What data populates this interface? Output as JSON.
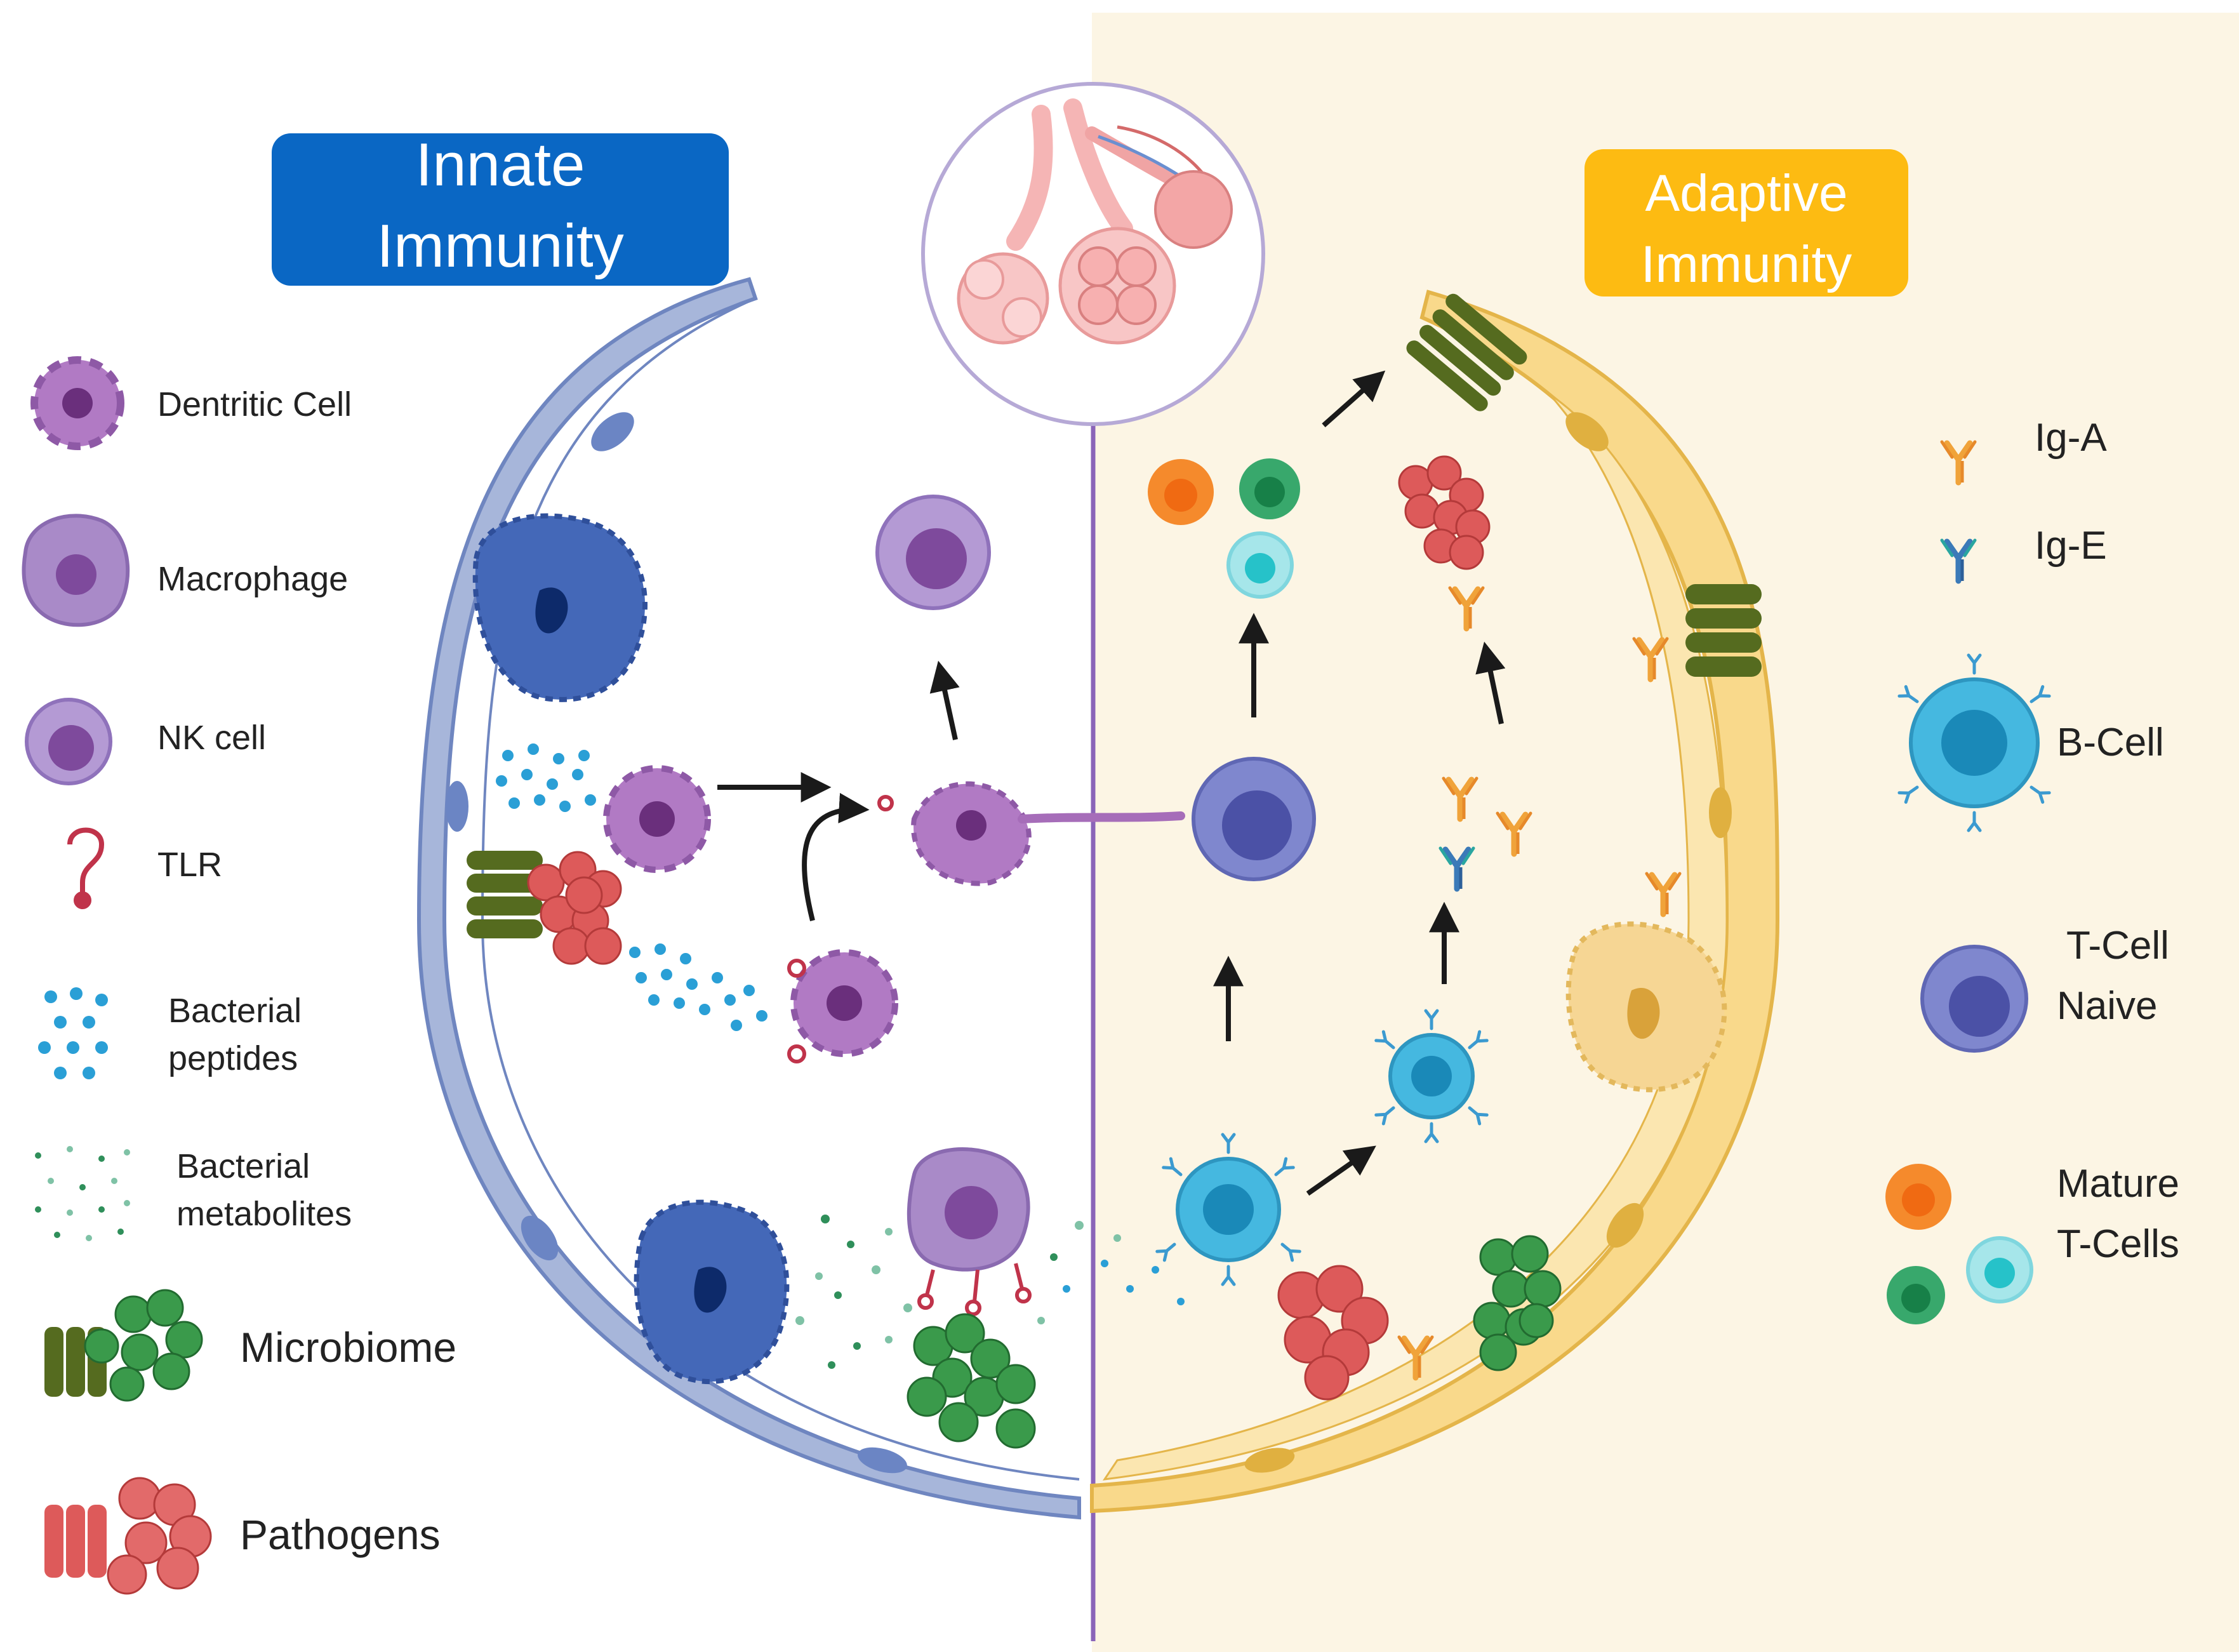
{
  "titles": {
    "innate_line1": "Innate",
    "innate_line2": "Immunity",
    "adaptive_line1": "Adaptive",
    "adaptive_line2": "Immunity"
  },
  "legend_left": {
    "dendritic": "Dentritic Cell",
    "macrophage": "Macrophage",
    "nk": "NK cell",
    "tlr": "TLR",
    "peptides_line1": "Bacterial",
    "peptides_line2": "peptides",
    "metabolites_line1": "Bacterial",
    "metabolites_line2": "metabolites",
    "microbiome": "Microbiome",
    "pathogens": "Pathogens"
  },
  "legend_right": {
    "iga": "Ig-A",
    "ige": "Ig-E",
    "bcell": "B-Cell",
    "tcell_line1": "T-Cell",
    "tcell_line2": "Naive",
    "mature_line1": "Mature",
    "mature_line2": "T-Cells"
  },
  "colors": {
    "innate_title": "#0a67c4",
    "adaptive_title": "#fdbb12",
    "adaptive_bg": "#fcf5e4",
    "epithelium_blue": "#a7b6da",
    "epithelium_yellow": "#f9d98b",
    "dendritic": "#b17ac4",
    "macrophage": "#a98ac8",
    "tcell_naive": "#7f87ce",
    "bcell": "#45b8e0",
    "pathogen": "#dd5a5a",
    "microbiome_green": "#3a9a4b",
    "iga": "#f0a33a",
    "ige": "#3b7ab8",
    "mature_orange": "#f58a2c",
    "mature_green": "#38a86c",
    "mature_cyan": "#7fd6de",
    "divider": "#8a64b8"
  }
}
